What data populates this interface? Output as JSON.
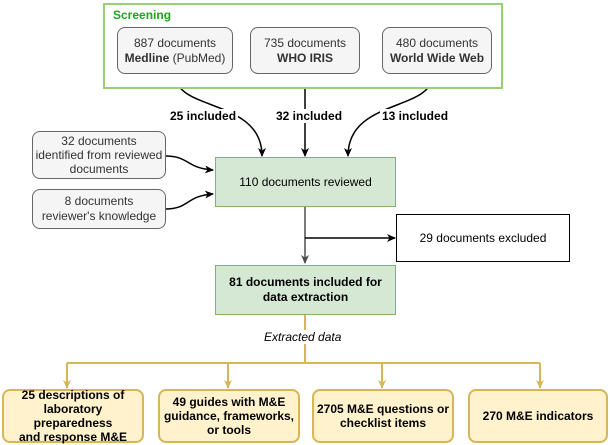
{
  "screening": {
    "title": "Screening",
    "sources": [
      {
        "count": "887 documents",
        "name": "Medline",
        "suffix": " (PubMed)"
      },
      {
        "count": "735 documents",
        "name": "WHO IRIS",
        "suffix": ""
      },
      {
        "count": "480 documents",
        "name": "World Wide Web",
        "suffix": ""
      }
    ],
    "included_labels": [
      "25 included",
      "32 included",
      "13 included"
    ]
  },
  "other_sources": [
    {
      "line1": "32 documents",
      "line2": "identified from reviewed",
      "line3": "documents"
    },
    {
      "line1": "8 documents",
      "line2": "reviewer's knowledge"
    }
  ],
  "reviewed": "110 documents reviewed",
  "excluded": "29 documents excluded",
  "included": {
    "line1": "81 documents included for",
    "line2": "data extraction"
  },
  "extracted_label": "Extracted data",
  "outputs": [
    {
      "line1": "25 descriptions of",
      "line2": "laboratory preparedness",
      "line3": "and response M&E"
    },
    {
      "line1": "49 guides with M&E",
      "line2": "guidance, frameworks,",
      "line3": "or tools"
    },
    {
      "line1": "2705 M&E questions or",
      "line2": "checklist items"
    },
    {
      "line1": "270 M&E indicators"
    }
  ],
  "colors": {
    "screening_border": "#97d077",
    "screening_title": "#1ea31e",
    "green_fill": "#d5e8d4",
    "green_border": "#82b366",
    "yellow_fill": "#fff2cc",
    "yellow_border": "#d6b656",
    "arrow_grey": "#4d4d4d"
  }
}
